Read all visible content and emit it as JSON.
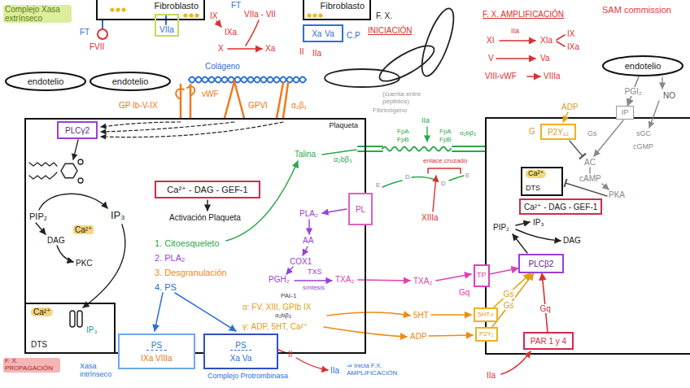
{
  "diagram": {
    "nodes": [
      {
        "text": [
          "Fibroblasto"
        ]
      },
      {
        "text": [
          "VIIa"
        ]
      },
      {
        "text": [
          "Fibroblasto"
        ]
      },
      {
        "text": [
          "Xa",
          "Va"
        ]
      },
      {
        "text": [
          "endotelio"
        ]
      },
      {
        "text": [
          "endotelio"
        ]
      },
      {
        "text": [
          "endotelio"
        ]
      },
      {
        "text": [
          "Plaqueta"
        ]
      },
      {
        "text": [
          "PLCγ2"
        ],
        "in": 7
      },
      {
        "text": [
          "Ca²⁺",
          "DTS"
        ],
        "in": 7
      },
      {
        "text": [
          "Ca²⁺ - DAG - GEF-1"
        ],
        "in": 7
      },
      {
        "text": [
          "PL"
        ],
        "in": 7
      },
      {
        "text": [
          "PS",
          "IXa VIIIa"
        ]
      },
      {
        "text": [
          "PS",
          "Xa Va"
        ]
      },
      {
        "text": [
          "P2Y₁₂"
        ]
      },
      {
        "text": [
          "IP"
        ]
      },
      {
        "text": [
          "Ca²⁺",
          "DTS"
        ]
      },
      {
        "text": [
          "Ca²⁺ - DAG - GEF-1"
        ]
      },
      {
        "text": [
          "PLCβ2"
        ]
      },
      {
        "text": [
          "TP"
        ]
      },
      {
        "text": [
          "5HT-r"
        ]
      },
      {
        "text": [
          "P2Y₁"
        ]
      },
      {
        "text": [
          "PAR 1 y 4"
        ]
      }
    ],
    "edges": [
      {
        "from": 19,
        "to": 18,
        "arrow": "to"
      },
      {
        "from": 20,
        "to": 18,
        "arrow": "to",
        "label": "Gs"
      },
      {
        "from": 21,
        "to": 18,
        "arrow": "to",
        "label": "Gs"
      },
      {
        "from": 22,
        "to": 18,
        "arrow": "to",
        "label": "Gq"
      },
      {
        "from": 6,
        "to": 15,
        "arrow": "to",
        "label": "PGI₂"
      }
    ],
    "labels": [
      "Complejo Xasa extrínseco",
      "FT",
      "FVII",
      "FT",
      "IX",
      "VIIa - VII",
      "IXa",
      "X",
      "Xa",
      "C.P",
      "II",
      "IIa",
      "F. X.",
      "INICIACIÓN",
      "F. X. AMPLIFICACIÓN",
      "SAM commission",
      "XI",
      "IIa",
      "XIa",
      "IX",
      "IXa",
      "V",
      "Va",
      "VIII-vWF",
      "VIIIa",
      "Colágeno",
      "GP Ib-V-IX",
      "vWF",
      "GPVI",
      "α₂β₁",
      "(cuenta entre péptidos)",
      "PIP₂",
      "IP₃",
      "DAG",
      "Ca²⁺",
      "PKC",
      "IP₃",
      "Activación Plaqueta",
      "1. Citoesqueleto",
      "2. PLA₂",
      "3. Desgranulación",
      "4. PS",
      "Talina",
      "α₂bβ₃",
      "Fibrinógeno",
      "IIa",
      "FpA",
      "FpB",
      "FpA",
      "FpB",
      "α₂bβ₃",
      "E",
      "D",
      "D",
      "E",
      "enlace cruzado",
      "XIIIa",
      "PLA₂",
      "AA",
      "COX1",
      "PGH₂",
      "TXS",
      "síntesis",
      "TXA₂",
      "PAI-1",
      "α: FV, XIII, GPIb IX",
      "α₂bβ₃",
      "γ: ADP, 5HT, Ca²⁺",
      "TXA₂",
      "5HT",
      "ADP",
      "II",
      "IIa",
      "⇒ Inicia F.X. AMPLIFICACIÓN",
      "F. X. PROPAGACIÓN",
      "Xasa intrínseco",
      "Complejo Protrombinasa",
      "ADP",
      "G",
      "Gs",
      "AC",
      "cAMP",
      "PKA",
      "NO",
      "sGC",
      "cGMP",
      "PIP₂",
      "IP₃",
      "DAG",
      "Gq",
      "IIa"
    ]
  }
}
